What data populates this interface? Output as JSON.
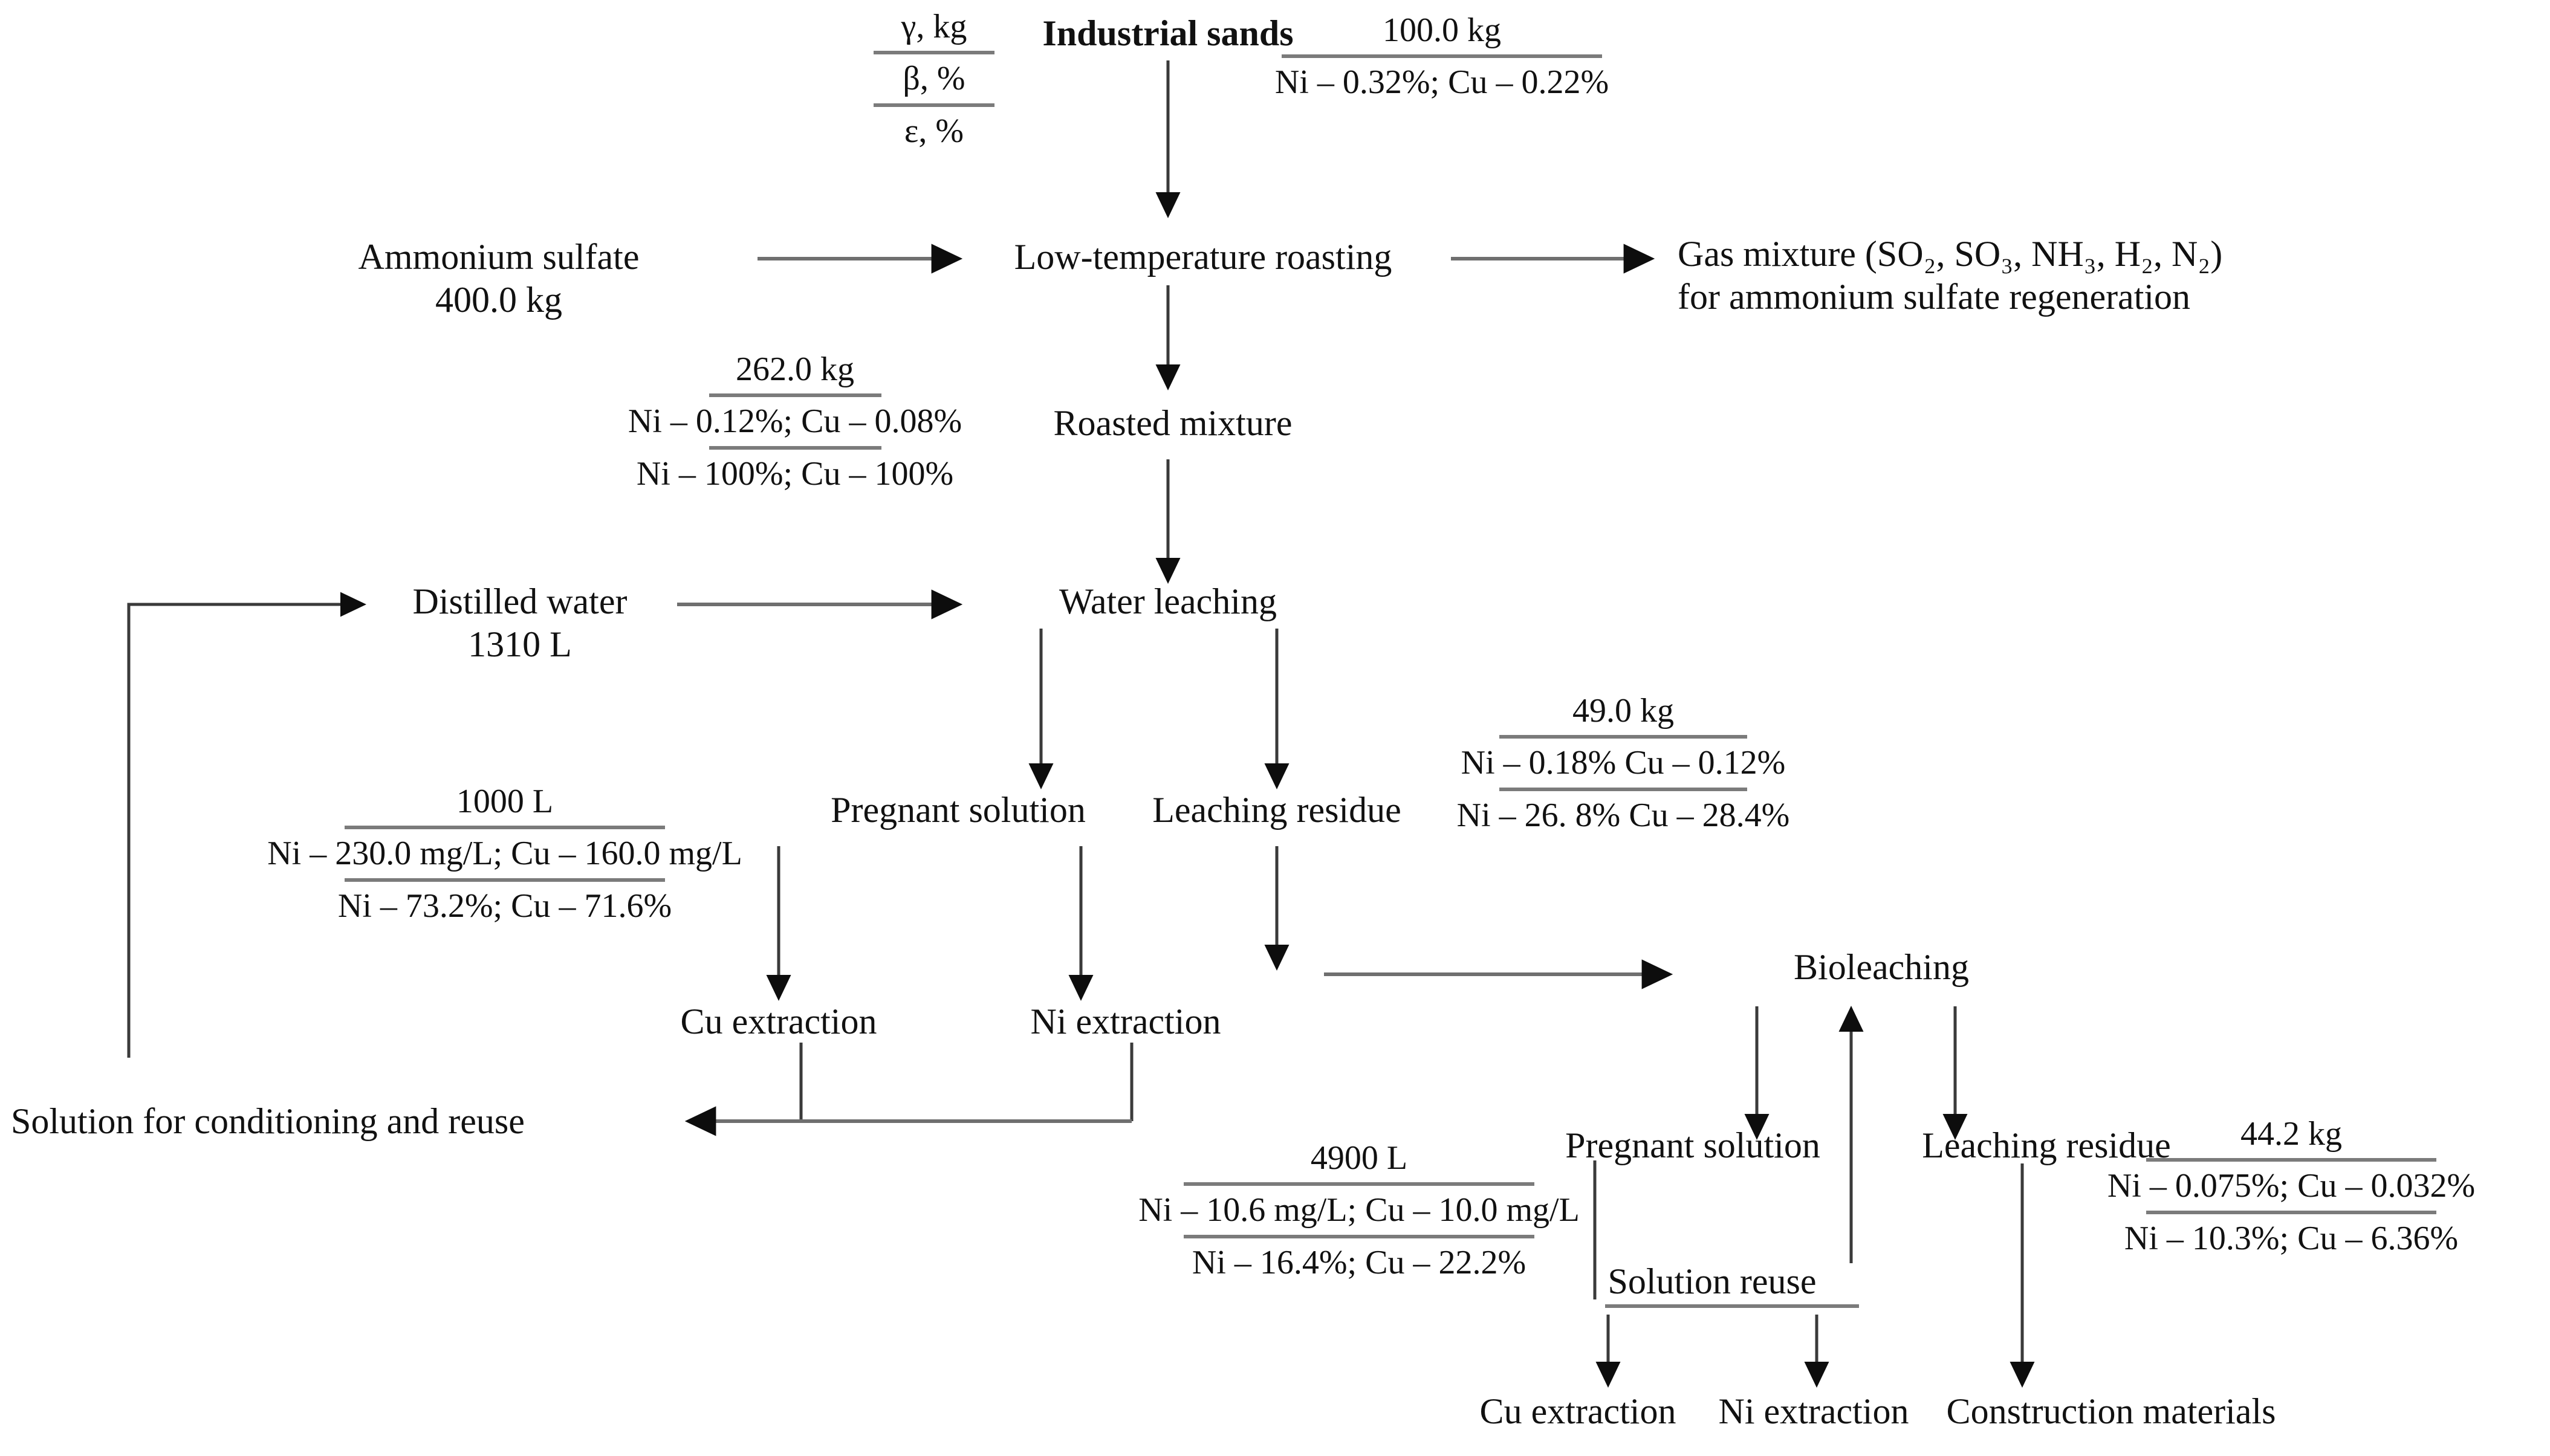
{
  "diagram": {
    "title": "Industrial sands processing flowsheet",
    "legend": {
      "gamma": "γ, kg",
      "beta": "β, %",
      "epsilon": "ε, %"
    },
    "nodes": {
      "industrial_sands": "Industrial sands",
      "ammonium_sulfate": "Ammonium sulfate",
      "ammonium_sulfate_amount": "400.0 kg",
      "low_temperature_roasting": "Low-temperature roasting",
      "gas_mixture_line1": "Gas mixture (SO₂, SO₃, NH₃, H₂, N₂)",
      "gas_mixture_line2": "for ammonium sulfate regeneration",
      "roasted_mixture": "Roasted mixture",
      "distilled_water": "Distilled water",
      "distilled_water_amount": "1310 L",
      "water_leaching": "Water leaching",
      "pregnant_solution_1": "Pregnant solution",
      "leaching_residue_1": "Leaching residue",
      "cu_extraction_1": "Cu extraction",
      "ni_extraction_1": "Ni extraction",
      "solution_conditioning": "Solution for conditioning and reuse",
      "bioleaching": "Bioleaching",
      "pregnant_solution_2": "Pregnant solution",
      "leaching_residue_2": "Leaching residue",
      "solution_reuse": "Solution reuse",
      "cu_extraction_2": "Cu extraction",
      "ni_extraction_2": "Ni extraction",
      "construction_materials": "Construction materials"
    },
    "streams": {
      "feed": {
        "mass": "100.0 kg",
        "grade": "Ni – 0.32%;  Cu – 0.22%"
      },
      "roasted": {
        "mass": "262.0 kg",
        "grade": "Ni – 0.12%; Cu – 0.08%",
        "recovery": "Ni – 100%; Cu – 100%"
      },
      "pregnant_1": {
        "volume": "1000 L",
        "grade": "Ni – 230.0 mg/L; Cu – 160.0 mg/L",
        "recovery": "Ni – 73.2%; Cu – 71.6%"
      },
      "residue_1": {
        "mass": "49.0 kg",
        "grade": "Ni – 0.18% Cu – 0.12%",
        "recovery": "Ni – 26. 8% Cu – 28.4%"
      },
      "pregnant_2": {
        "volume": "4900 L",
        "grade": "Ni – 10.6 mg/L; Cu – 10.0 mg/L",
        "recovery": "Ni – 16.4%; Cu – 22.2%"
      },
      "residue_2": {
        "mass": "44.2 kg",
        "grade": "Ni – 0.075%; Cu – 0.032%",
        "recovery": "Ni – 10.3%; Cu – 6.36%"
      }
    },
    "colors": {
      "line": "#6f6f6f",
      "text": "#111111",
      "background": "#ffffff"
    }
  }
}
